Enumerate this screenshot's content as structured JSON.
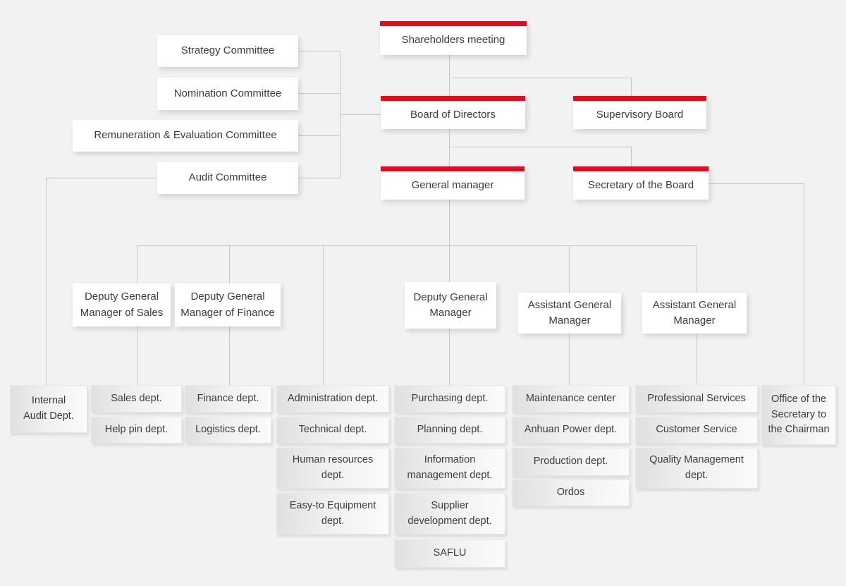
{
  "colors": {
    "background": "#f2f2f2",
    "accent_red": "#d8111e",
    "connector_line": "#c8c8c8",
    "node_background": "#ffffff",
    "dept_gradient_start": "#e0e0e0",
    "dept_gradient_end": "#fbfbfb",
    "text": "#3c3c3c"
  },
  "nodes": {
    "shareholders": {
      "label": "Shareholders meeting"
    },
    "board": {
      "label": "Board of Directors"
    },
    "supervisory": {
      "label": "Supervisory Board"
    },
    "general_manager": {
      "label": "General manager"
    },
    "secretary": {
      "label": "Secretary of the Board"
    },
    "strategy": {
      "label": "Strategy Committee"
    },
    "nomination": {
      "label": "Nomination Committee"
    },
    "remuneration": {
      "label": "Remuneration & Evaluation Committee"
    },
    "audit": {
      "label": "Audit Committee"
    },
    "dgm_sales": {
      "label": "Deputy General Manager of Sales"
    },
    "dgm_finance": {
      "label": "Deputy General Manager of Finance"
    },
    "dgm": {
      "label": "Deputy General Manager"
    },
    "agm1": {
      "label": "Assistant General Manager"
    },
    "agm2": {
      "label": "Assistant General Manager"
    },
    "internal_audit": {
      "label": "Internal Audit Dept."
    },
    "sales": {
      "label": "Sales dept."
    },
    "help_pin": {
      "label": "Help pin dept."
    },
    "finance": {
      "label": "Finance dept."
    },
    "logistics": {
      "label": "Logistics dept."
    },
    "administration": {
      "label": "Administration dept."
    },
    "technical": {
      "label": "Technical dept."
    },
    "human_resources": {
      "label": "Human resources dept."
    },
    "easy_to_equipment": {
      "label": "Easy-to Equipment dept."
    },
    "purchasing": {
      "label": "Purchasing dept."
    },
    "planning": {
      "label": "Planning dept."
    },
    "information_management": {
      "label": "Information management dept."
    },
    "supplier_development": {
      "label": "Supplier development dept."
    },
    "saflu": {
      "label": "SAFLU"
    },
    "maintenance": {
      "label": "Maintenance center"
    },
    "anhuan_power": {
      "label": "Anhuan Power dept."
    },
    "production": {
      "label": "Production dept."
    },
    "ordos": {
      "label": "Ordos"
    },
    "professional_services": {
      "label": "Professional Services"
    },
    "customer_service": {
      "label": "Customer Service"
    },
    "quality_management": {
      "label": "Quality Management dept."
    },
    "office_secretary": {
      "label": "Office of the Secretary to the Chairman"
    }
  },
  "edges": [
    [
      "shareholders",
      "board"
    ],
    [
      "shareholders",
      "supervisory"
    ],
    [
      "board",
      "strategy"
    ],
    [
      "board",
      "nomination"
    ],
    [
      "board",
      "remuneration"
    ],
    [
      "board",
      "audit"
    ],
    [
      "board",
      "general_manager"
    ],
    [
      "board",
      "secretary"
    ],
    [
      "audit",
      "internal_audit"
    ],
    [
      "secretary",
      "office_secretary"
    ],
    [
      "general_manager",
      "dgm_sales"
    ],
    [
      "general_manager",
      "dgm_finance"
    ],
    [
      "general_manager",
      "administration_column"
    ],
    [
      "general_manager",
      "dgm"
    ],
    [
      "general_manager",
      "agm1"
    ],
    [
      "general_manager",
      "agm2"
    ],
    [
      "dgm_sales",
      "sales"
    ],
    [
      "dgm_sales",
      "help_pin"
    ],
    [
      "dgm_finance",
      "finance"
    ],
    [
      "dgm_finance",
      "logistics"
    ],
    [
      "administration_column",
      "administration"
    ],
    [
      "administration_column",
      "technical"
    ],
    [
      "administration_column",
      "human_resources"
    ],
    [
      "administration_column",
      "easy_to_equipment"
    ],
    [
      "dgm",
      "purchasing"
    ],
    [
      "dgm",
      "planning"
    ],
    [
      "dgm",
      "information_management"
    ],
    [
      "dgm",
      "supplier_development"
    ],
    [
      "dgm",
      "saflu"
    ],
    [
      "agm1",
      "maintenance"
    ],
    [
      "agm1",
      "anhuan_power"
    ],
    [
      "agm1",
      "production"
    ],
    [
      "agm1",
      "ordos"
    ],
    [
      "agm2",
      "professional_services"
    ],
    [
      "agm2",
      "customer_service"
    ],
    [
      "agm2",
      "quality_management"
    ]
  ]
}
